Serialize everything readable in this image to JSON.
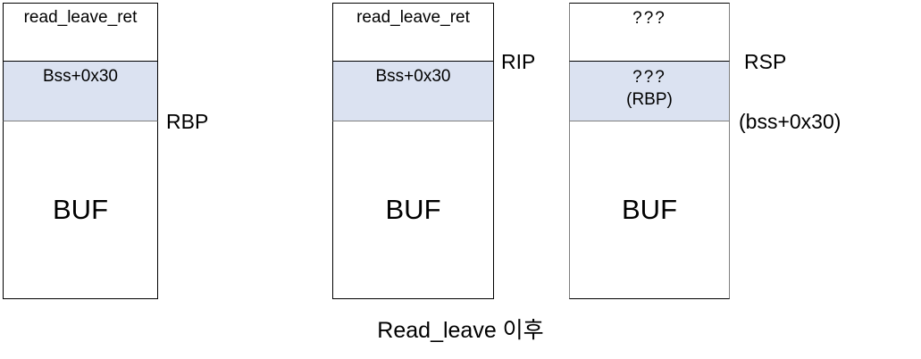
{
  "diagram": {
    "caption": "Read_leave 이후",
    "fill_color": "#dbe2f1",
    "border_color": "#000000",
    "border_color_muted": "#7f7f7f",
    "frames": [
      {
        "name": "before",
        "return_slot": "read_leave_ret",
        "saved_slot": "Bss+0x30",
        "saved_slot_sub": "",
        "buffer_label": "BUF",
        "registers": [
          {
            "name": "RBP",
            "text": "RBP"
          }
        ]
      },
      {
        "name": "during",
        "return_slot": "read_leave_ret",
        "saved_slot": "Bss+0x30",
        "saved_slot_sub": "",
        "buffer_label": "BUF",
        "registers": [
          {
            "name": "RIP",
            "text": "RIP"
          }
        ]
      },
      {
        "name": "after",
        "return_slot": "???",
        "saved_slot": "???",
        "saved_slot_sub": "(RBP)",
        "buffer_label": "BUF",
        "registers": [
          {
            "name": "RSP",
            "text": "RSP"
          },
          {
            "name": "bss-offset",
            "text": "(bss+0x30)"
          }
        ]
      }
    ]
  }
}
